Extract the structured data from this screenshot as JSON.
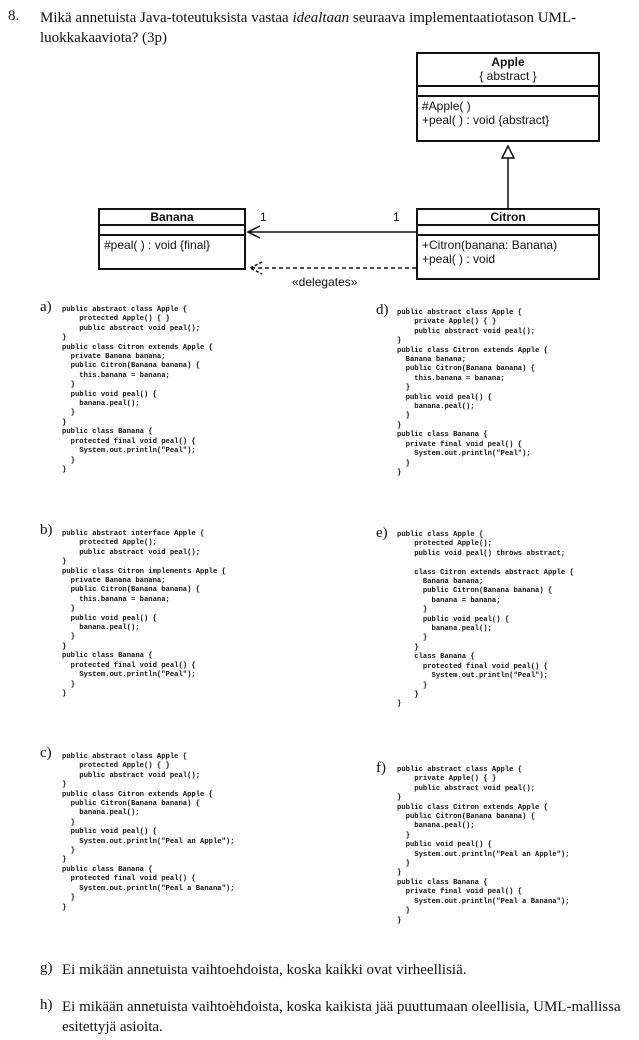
{
  "question": {
    "number": "8.",
    "text_before": "Mikä annetuista Java-toteutuksista vastaa ",
    "text_emphasis": "idealtaan",
    "text_after": " seuraava implementaatiotason UML-luokkakaaviota? (3p)"
  },
  "uml": {
    "apple": {
      "name": "Apple",
      "stereotype": "{ abstract }",
      "op1": "#Apple( )",
      "op2": "+peal( ) : void {abstract}"
    },
    "banana": {
      "name": "Banana",
      "op1": "#peal( ) : void {final}"
    },
    "citron": {
      "name": "Citron",
      "op1": "+Citron(banana: Banana)",
      "op2": "+peal( ) : void"
    },
    "mult_banana": "1",
    "mult_citron": "1",
    "delegates": "«delegates»"
  },
  "options": {
    "a": {
      "label": "a)",
      "code": "public abstract class Apple {\n    protected Apple() { }\n    public abstract void peal();\n}\npublic class Citron extends Apple {\n  private Banana banana;\n  public Citron(Banana banana) {\n    this.banana = banana;\n  }\n  public void peal() {\n    banana.peal();\n  }\n}\npublic class Banana {\n  protected final void peal() {\n    System.out.println(\"Peal\");\n  }\n}"
    },
    "b": {
      "label": "b)",
      "code": "public abstract interface Apple {\n    protected Apple();\n    public abstract void peal();\n}\npublic class Citron implements Apple {\n  private Banana banana;\n  public Citron(Banana banana) {\n    this.banana = banana;\n  }\n  public void peal() {\n    banana.peal();\n  }\n}\npublic class Banana {\n  protected final void peal() {\n    System.out.println(\"Peal\");\n  }\n}"
    },
    "c": {
      "label": "c)",
      "code": "public abstract class Apple {\n    protected Apple() { }\n    public abstract void peal();\n}\npublic class Citron extends Apple {\n  public Citron(Banana banana) {\n    banana.peal();\n  }\n  public void peal() {\n    System.out.println(\"Peal an Apple\");\n  }\n}\npublic class Banana {\n  protected final void peal() {\n    System.out.println(\"Peal a Banana\");\n  }\n}"
    },
    "d": {
      "label": "d)",
      "code": "public abstract class Apple {\n    private Apple() { }\n    public abstract void peal();\n}\npublic class Citron extends Apple {\n  Banana banana;\n  public Citron(Banana banana) {\n    this.banana = banana;\n  }\n  public void peal() {\n    banana.peal();\n  }\n}\npublic class Banana {\n  private final void peal() {\n    System.out.println(\"Peal\");\n  }\n}"
    },
    "e": {
      "label": "e)",
      "code": "public class Apple {\n    protected Apple();\n    public void peal() throws abstract;\n\n    class Citron extends abstract Apple {\n      Banana banana;\n      public Citron(Banana banana) {\n        banana = banana;\n      }\n      public void peal() {\n        banana.peal();\n      }\n    }\n    class Banana {\n      protected final void peal() {\n        System.out.println(\"Peal\");\n      }\n    }\n}"
    },
    "f": {
      "label": "f)",
      "code": "public abstract class Apple {\n    private Apple() { }\n    public abstract void peal();\n}\npublic class Citron extends Apple {\n  public Citron(Banana banana) {\n    banana.peal();\n  }\n  public void peal() {\n    System.out.println(\"Peal an Apple\");\n  }\n}\npublic class Banana {\n  private final void peal() {\n    System.out.println(\"Peal a Banana\");\n  }\n}"
    },
    "g": {
      "label": "g)",
      "text": "Ei mikään annetuista vaihtoehdoista, koska kaikki ovat virheellisiä."
    },
    "h": {
      "label": "h)",
      "text": "Ei mikään annetuista vaihtoehdoista, koska kaikista jää puuttumaan oleellisia, UML-mallissa esitettyjä asioita."
    }
  }
}
